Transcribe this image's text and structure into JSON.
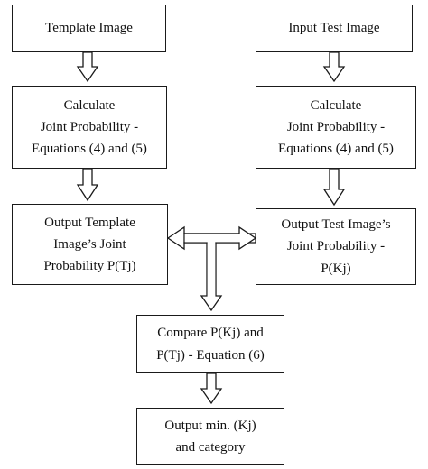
{
  "boxes": {
    "template_image": {
      "lines": [
        "Template Image"
      ]
    },
    "input_test_image": {
      "lines": [
        "Input Test Image"
      ]
    },
    "calc_left": {
      "lines": [
        "Calculate",
        "Joint Probability -",
        "Equations (4) and (5)"
      ]
    },
    "calc_right": {
      "lines": [
        "Calculate",
        "Joint Probability -",
        "Equations (4) and (5)"
      ]
    },
    "output_template": {
      "lines": [
        "Output Template",
        "Image’s Joint",
        "Probability P(Tj)"
      ]
    },
    "output_test": {
      "lines": [
        "Output Test Image’s",
        "Joint Probability -",
        "P(Kj)"
      ]
    },
    "compare": {
      "lines": [
        "Compare P(Kj) and",
        "P(Tj) - Equation (6)"
      ]
    },
    "final_output": {
      "lines": [
        "Output min. (Kj)",
        "and category"
      ]
    }
  },
  "colors": {
    "stroke": "#1a1a1a",
    "background": "#ffffff",
    "text": "#111111"
  }
}
